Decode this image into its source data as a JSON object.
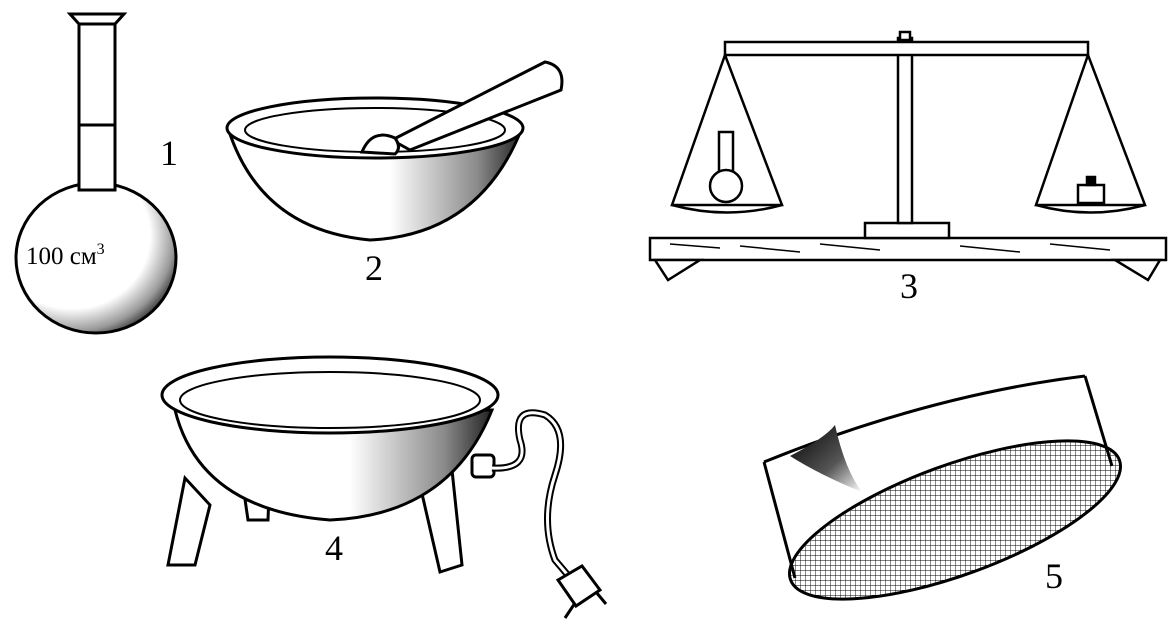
{
  "items": [
    {
      "number": "1",
      "volume_label": "100 см",
      "volume_unit_power": "3"
    },
    {
      "number": "2"
    },
    {
      "number": "3"
    },
    {
      "number": "4"
    },
    {
      "number": "5"
    }
  ],
  "colors": {
    "line": "#000000",
    "background": "#ffffff",
    "shade": "#2a2a2a"
  }
}
